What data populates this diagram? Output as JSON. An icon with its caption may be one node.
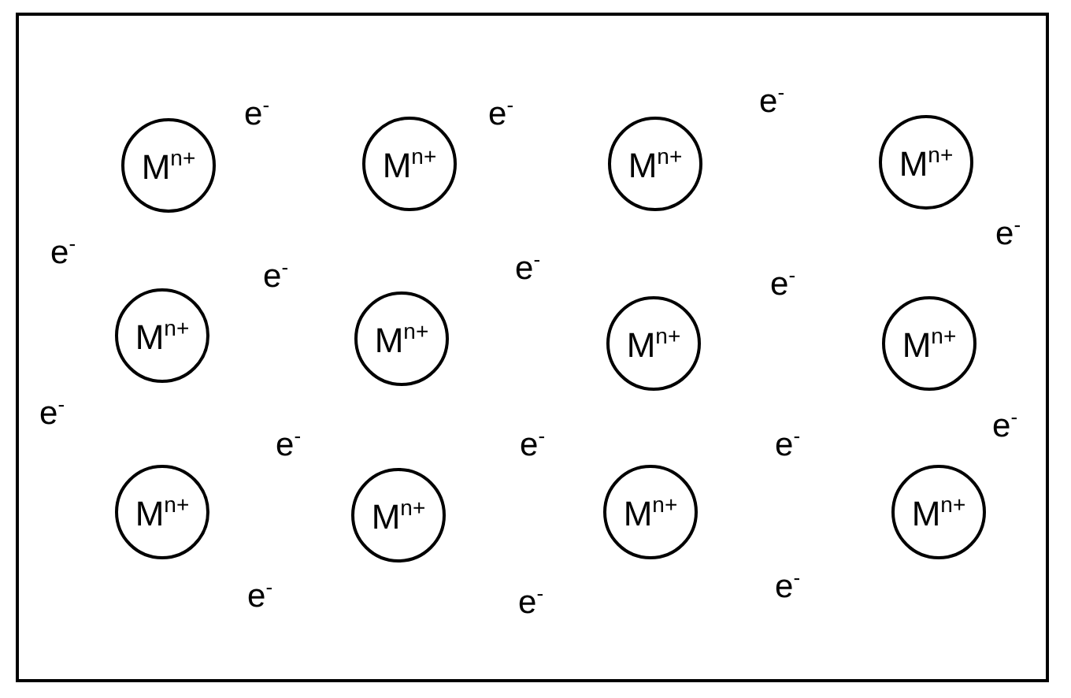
{
  "diagram": {
    "nodes": [
      {
        "text": [
          "M$^{n+}$"
        ]
      },
      {
        "text": [
          "M$^{n+}$"
        ]
      },
      {
        "text": [
          "M$^{n+}$"
        ]
      },
      {
        "text": [
          "M$^{n+}$"
        ]
      },
      {
        "text": [
          "M$^{n+}$"
        ]
      },
      {
        "text": [
          "M$^{n+}$"
        ]
      },
      {
        "text": [
          "M$^{n+}$"
        ]
      },
      {
        "text": [
          "M$^{n+}$"
        ]
      },
      {
        "text": [
          "M$^{n+}$"
        ]
      },
      {
        "text": [
          "M$^{n+}$"
        ]
      },
      {
        "text": [
          "M$^{n+}$"
        ]
      },
      {
        "text": [
          "M$^{n+}$"
        ]
      }
    ],
    "labels": [
      "e$^{-}$",
      "e$^{-}$",
      "e$^{-}$",
      "e$^{-}$",
      "e$^{-}$",
      "e$^{-}$",
      "e$^{-}$",
      "e$^{-}$",
      "e$^{-}$",
      "e$^{-}$",
      "e$^{-}$",
      "e$^{-}$",
      "e$^{-}$",
      "e$^{-}$",
      "e$^{-}$",
      "e$^{-}$"
    ]
  }
}
